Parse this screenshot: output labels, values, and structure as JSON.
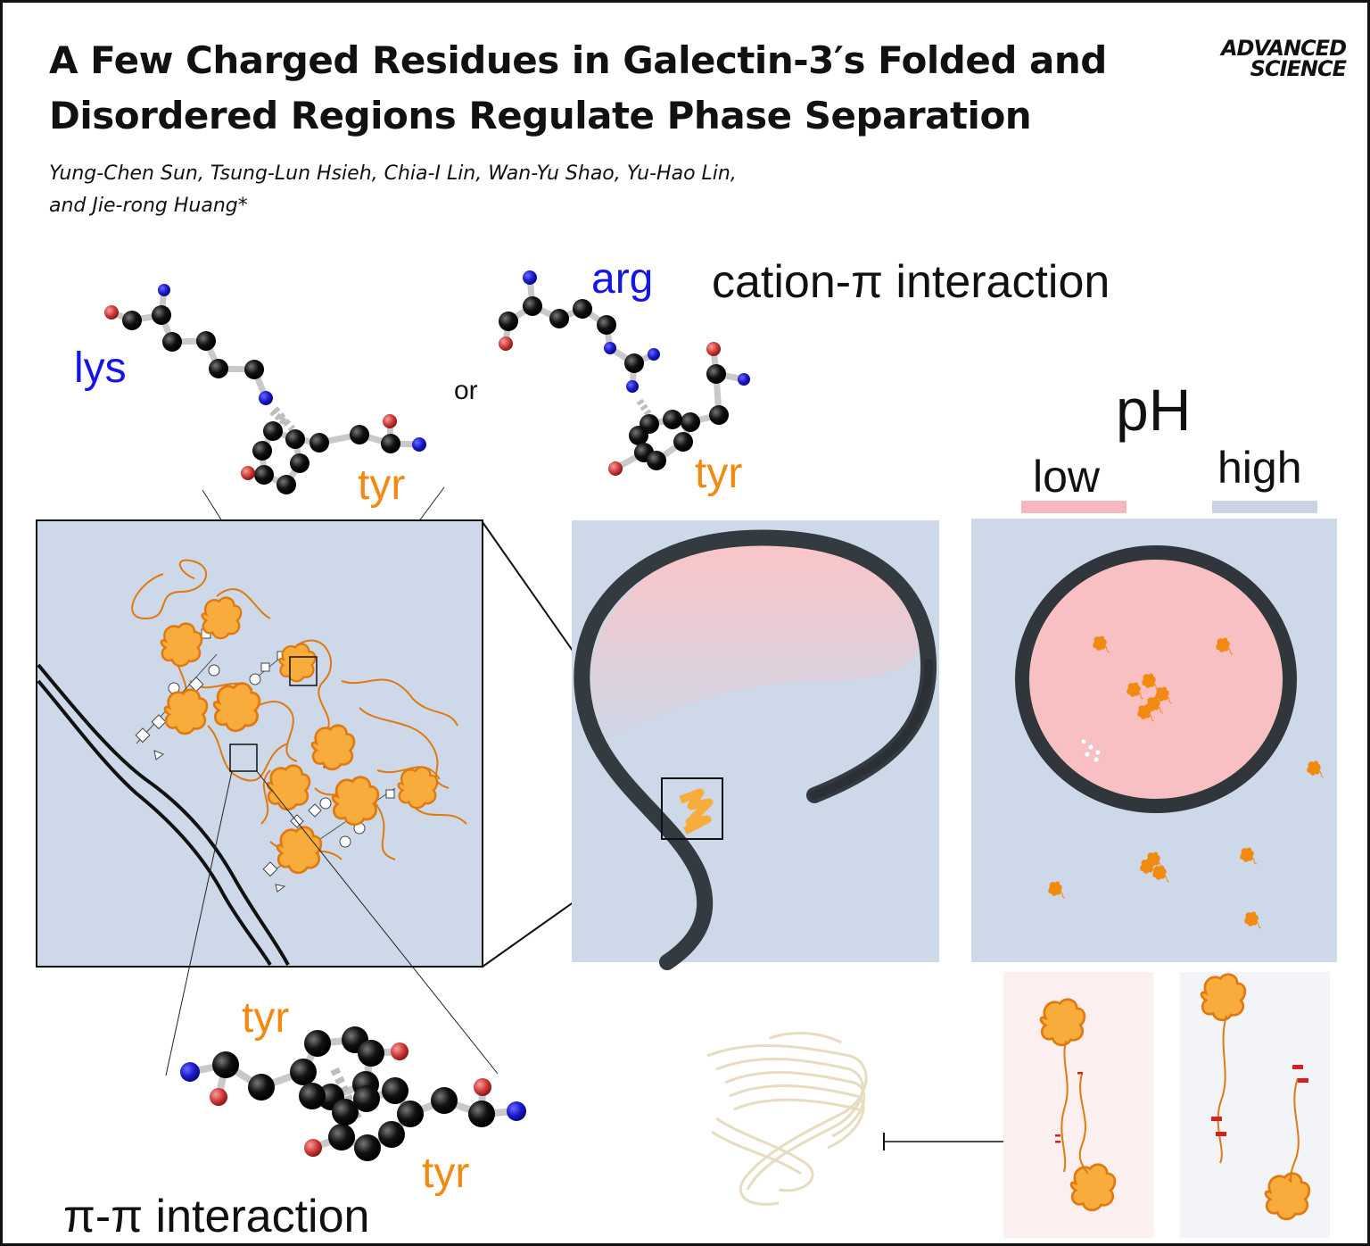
{
  "header": {
    "title_line1": "A Few Charged Residues in Galectin-3′s Folded and",
    "title_line2": "Disordered Regions Regulate Phase Separation",
    "authors_line1": "Yung-Chen Sun, Tsung-Lun Hsieh, Chia-I Lin, Wan-Yu Shao, Yu-Hao Lin,",
    "authors_line2": "and Jie-rong Huang*",
    "journal_line1": "ADVANCED",
    "journal_line2": "SCIENCE"
  },
  "labels": {
    "lys": "lys",
    "arg": "arg",
    "or": "or",
    "cation_pi": "cation-π interaction",
    "tyr_top_left": "tyr",
    "tyr_top_right": "tyr",
    "tyr_bottom_1": "tyr",
    "tyr_bottom_2": "tyr",
    "pi_pi": "π-π interaction",
    "ph": "pH",
    "low": "low",
    "high": "high"
  },
  "colors": {
    "cation_residue": "#1515e6",
    "tyrosine": "#f28a12",
    "panel_bg": "#cdd8e8",
    "droplet_pink": "#f9c3c6",
    "low_ph": "#f7b7bc",
    "high_ph": "#c9d3e4",
    "protein_orange": "#f7ac3c",
    "charge_red": "#d42020"
  }
}
